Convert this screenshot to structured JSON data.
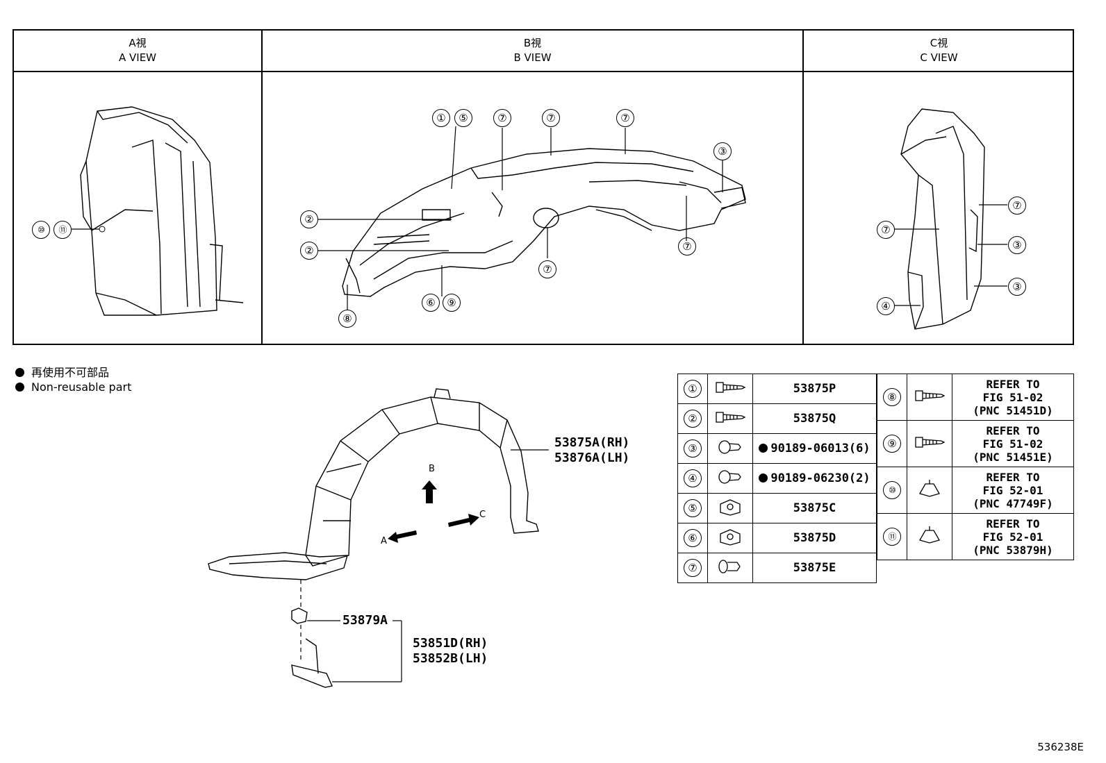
{
  "views": [
    {
      "label_jp": "A視",
      "label_en": "A VIEW"
    },
    {
      "label_jp": "B視",
      "label_en": "B VIEW"
    },
    {
      "label_jp": "C視",
      "label_en": "C VIEW"
    }
  ],
  "legend": [
    "再使用不可部品",
    "Non-reusable part"
  ],
  "callouts": {
    "a_view": [
      "⑩",
      "⑪"
    ],
    "b_view": [
      "①",
      "⑤",
      "⑦",
      "⑦",
      "⑦",
      "③",
      "②",
      "②",
      "⑦",
      "⑦",
      "⑥",
      "⑨",
      "⑧"
    ],
    "c_view": [
      "⑦",
      "⑦",
      "③",
      "③",
      "④"
    ]
  },
  "main_labels": {
    "liner_rh": "53875A(RH)",
    "liner_lh": "53876A(LH)",
    "clip": "53879A",
    "bracket_rh": "53851D(RH)",
    "bracket_lh": "53852B(LH)",
    "arrow_a": "A",
    "arrow_b": "B",
    "arrow_c": "C"
  },
  "parts_left": [
    {
      "num": "①",
      "icon": "screw-icon",
      "part": "53875P",
      "nonreusable": false
    },
    {
      "num": "②",
      "icon": "screw-icon",
      "part": "53875Q",
      "nonreusable": false
    },
    {
      "num": "③",
      "icon": "clip-icon",
      "part": "90189-06013(6)",
      "nonreusable": true
    },
    {
      "num": "④",
      "icon": "clip-icon",
      "part": "90189-06230(2)",
      "nonreusable": true
    },
    {
      "num": "⑤",
      "icon": "nut-icon",
      "part": "53875C",
      "nonreusable": false
    },
    {
      "num": "⑥",
      "icon": "nut-icon",
      "part": "53875D",
      "nonreusable": false
    },
    {
      "num": "⑦",
      "icon": "push-rivet-icon",
      "part": "53875E",
      "nonreusable": false
    }
  ],
  "parts_right": [
    {
      "num": "⑧",
      "icon": "tapping-screw-icon",
      "ref": [
        "REFER TO",
        "FIG 51-02",
        "(PNC 51451D)"
      ]
    },
    {
      "num": "⑨",
      "icon": "tapping-screw-icon",
      "ref": [
        "REFER TO",
        "FIG 51-02",
        "(PNC 51451E)"
      ]
    },
    {
      "num": "⑩",
      "icon": "retainer-icon",
      "ref": [
        "REFER TO",
        "FIG 52-01",
        "(PNC 47749F)"
      ]
    },
    {
      "num": "⑪",
      "icon": "retainer-icon",
      "ref": [
        "REFER TO",
        "FIG 52-01",
        "(PNC 53879H)"
      ]
    }
  ],
  "image_id": "536238E"
}
